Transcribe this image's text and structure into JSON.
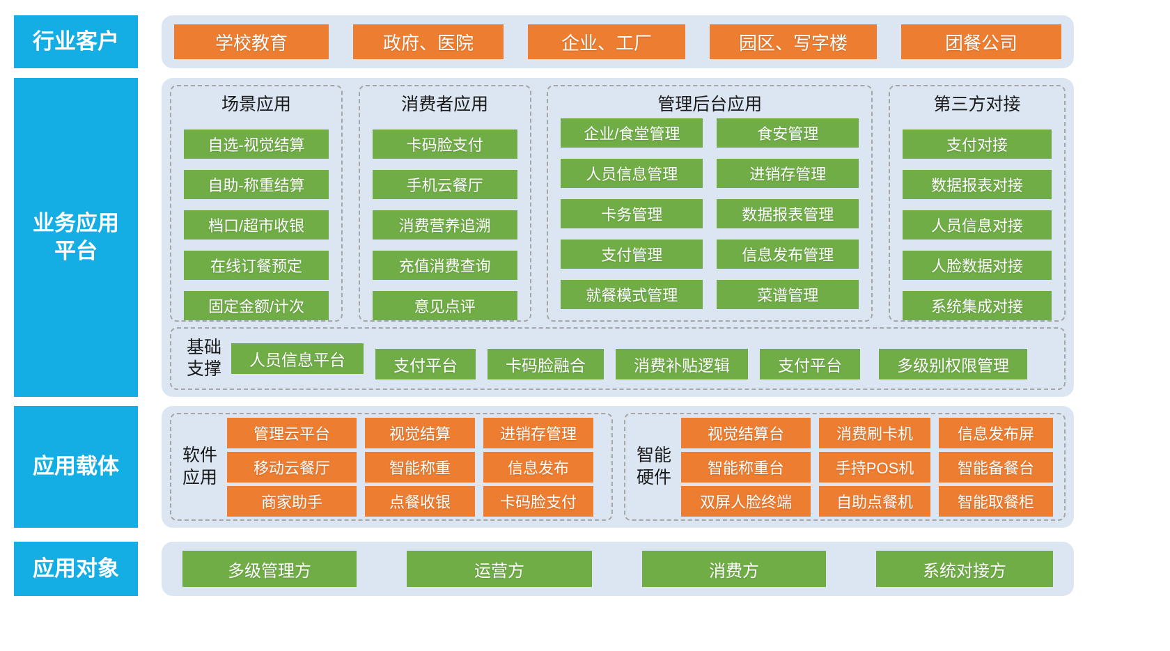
{
  "colors": {
    "blue": "#14AEE5",
    "orange": "#ED7D31",
    "green": "#70AD47",
    "panel": "#DCE6F2",
    "dash": "#A6A6A6",
    "ink": "#1A1A1A"
  },
  "sections": {
    "industry": {
      "label": "行业客户",
      "items": [
        "学校教育",
        "政府、医院",
        "企业、工厂",
        "园区、写字楼",
        "团餐公司"
      ]
    },
    "platform": {
      "label": "业务应用\n平台",
      "groups": [
        {
          "title": "场景应用",
          "items": [
            "自选-视觉结算",
            "自助-称重结算",
            "档口/超市收银",
            "在线订餐预定",
            "固定金额/计次"
          ]
        },
        {
          "title": "消费者应用",
          "items": [
            "卡码脸支付",
            "手机云餐厅",
            "消费营养追溯",
            "充值消费查询",
            "意见点评"
          ]
        },
        {
          "title": "管理后台应用",
          "col1": [
            "企业/食堂管理",
            "人员信息管理",
            "卡务管理",
            "支付管理",
            "就餐模式管理"
          ],
          "col2": [
            "食安管理",
            "进销存管理",
            "数据报表管理",
            "信息发布管理",
            "菜谱管理"
          ]
        },
        {
          "title": "第三方对接",
          "items": [
            "支付对接",
            "数据报表对接",
            "人员信息对接",
            "人脸数据对接",
            "系统集成对接"
          ]
        }
      ],
      "foundation": {
        "label": "基础\n支撑",
        "items": [
          "人员信息平台",
          "支付平台",
          "卡码脸融合",
          "消费补贴逻辑",
          "支付平台",
          "多级别权限管理"
        ]
      }
    },
    "carrier": {
      "label": "应用载体",
      "software": {
        "label": "软件\n应用",
        "items": [
          "管理云平台",
          "视觉结算",
          "进销存管理",
          "移动云餐厅",
          "智能称重",
          "信息发布",
          "商家助手",
          "点餐收银",
          "卡码脸支付"
        ]
      },
      "hardware": {
        "label": "智能\n硬件",
        "items": [
          "视觉结算台",
          "消费刷卡机",
          "信息发布屏",
          "智能称重台",
          "手持POS机",
          "智能备餐台",
          "双屏人脸终端",
          "自助点餐机",
          "智能取餐柜"
        ]
      }
    },
    "audience": {
      "label": "应用对象",
      "items": [
        "多级管理方",
        "运营方",
        "消费方",
        "系统对接方"
      ]
    }
  }
}
